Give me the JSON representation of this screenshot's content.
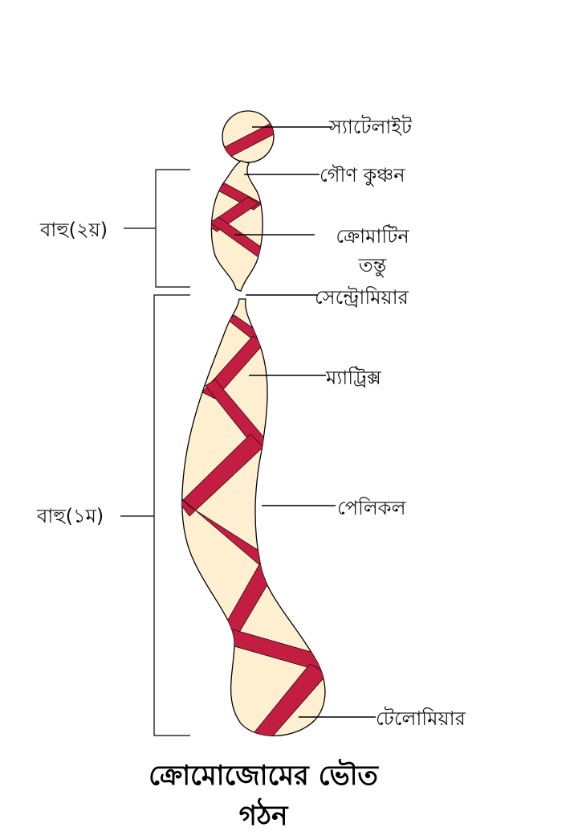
{
  "colors": {
    "chromosome_fill": "#fdefcf",
    "chromatid_band": "#c41d42",
    "outline": "#000000"
  },
  "labels": {
    "satellite": "স্যাটেলাইট",
    "secondary_constriction": "গৌণ কুঞ্চন",
    "chromatin_line1": "ক্রোমাটিন",
    "chromatin_line2": "তন্তু",
    "centromere": "সেন্ট্রোমিয়ার",
    "matrix": "ম্যাট্রিক্স",
    "pellicle": "পেলিকল",
    "telomere": "টেলোমিয়ার",
    "arm_second": "বাহু(২য়)",
    "arm_first": "বাহু(১ম)"
  },
  "title": {
    "line1": "ক্রোমোজোমের ভৌত",
    "line2": "গঠন"
  }
}
